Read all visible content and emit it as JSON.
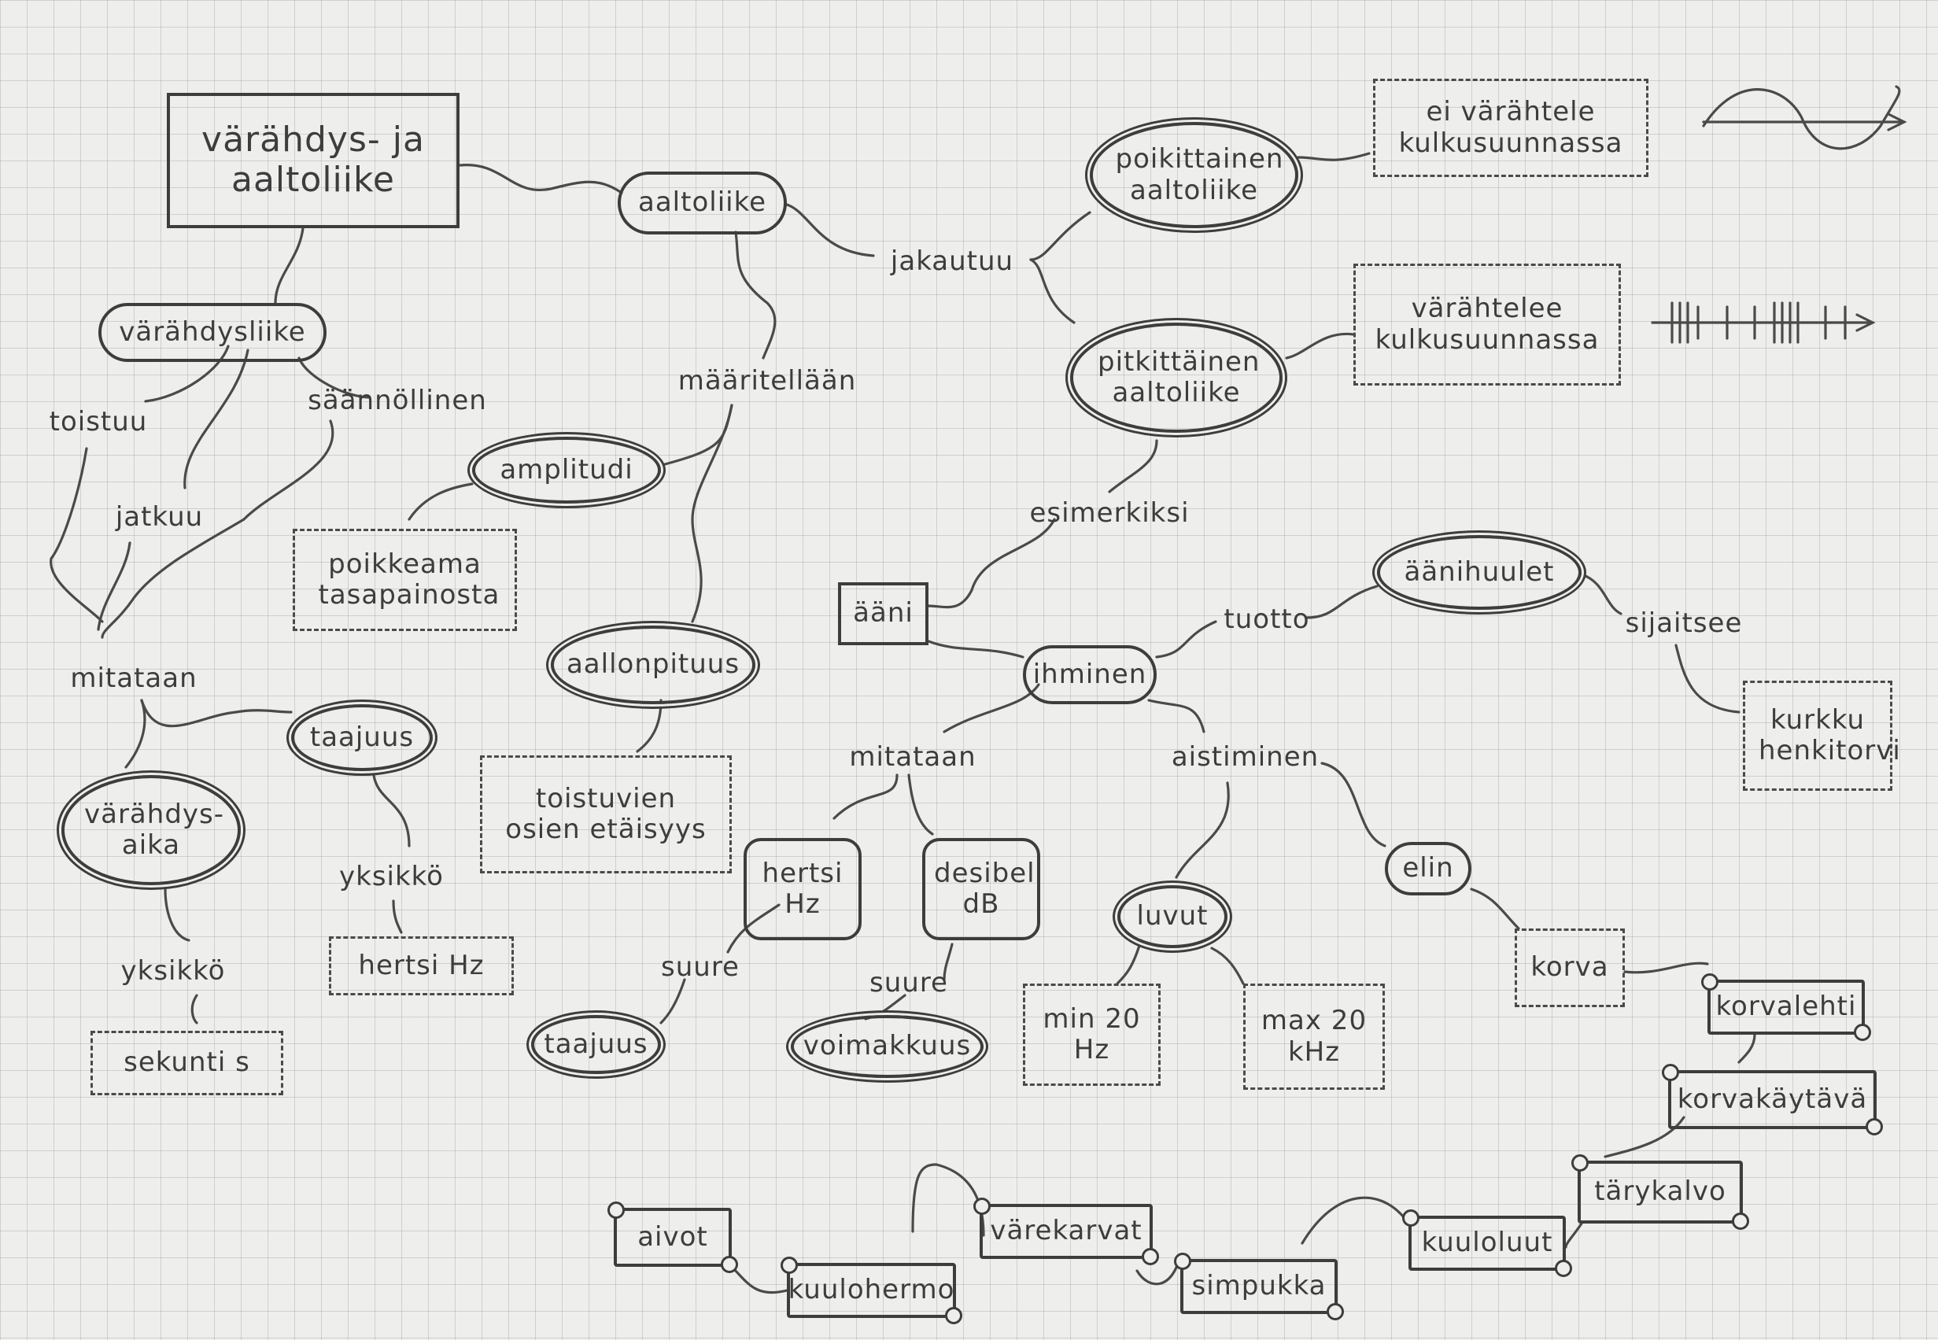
{
  "nodes": {
    "title": "värähdys- ja aaltoliike",
    "aaltoliike": "aaltoliike",
    "varahdysliike": "värähdysliike",
    "toistuu": "toistuu",
    "saannollinen": "säännöllinen",
    "jatkuu": "jatkuu",
    "mitataan_left": "mitataan",
    "tajuus_top": "taajuus",
    "varahdysaika": "värähdys-aika",
    "yksikko_left": "yksikkö",
    "sekunti": "sekunti  s",
    "yksikko_mid": "yksikkö",
    "hertsi_hz": "hertsi  Hz",
    "maaritellaan": "määritellään",
    "amplitudi": "amplitudi",
    "poikkeama": "poikkeama tasapainosta",
    "aallonpituus": "aallonpituus",
    "toistuvien": "toistuvien osien etäisyys",
    "jakautuu": "jakautuu",
    "poikittainen": "poikittainen aaltoliike",
    "ei_varahtele": "ei värähtele kulkusuunnassa",
    "pitkittainen": "pitkittäinen aaltoliike",
    "varahtelee": "värähtelee kulkusuunnassa",
    "esimerkiksi": "esimerkiksi",
    "aani": "ääni",
    "ihminen": "ihminen",
    "tuotto": "tuotto",
    "aanihuulet": "äänihuulet",
    "sijaitsee": "sijaitsee",
    "kurkku": "kurkku henkitorvi",
    "mitataan_mid": "mitataan",
    "aistiminen": "aistiminen",
    "hertsi_box": "hertsi Hz",
    "desibeli_box": "desibeli dB",
    "suure_left": "suure",
    "suure_right": "suure",
    "taajuus_bottom": "taajuus",
    "voimakkuus": "voimakkuus",
    "luvut": "luvut",
    "min": "min 20 Hz",
    "max": "max 20 kHz",
    "elin": "elin",
    "korva": "korva",
    "korvalehti": "korvalehti",
    "korvakaytava": "korvakäytävä",
    "tarykalvo": "tärykalvo",
    "kuuloluut": "kuuloluut",
    "simpukka": "simpukka",
    "varekarvat": "värekarvat",
    "kuulohermo": "kuulohermo",
    "aivot": "aivot"
  }
}
